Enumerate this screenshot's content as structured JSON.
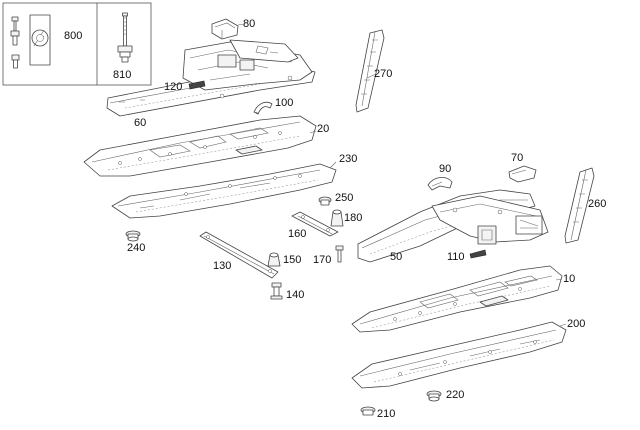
{
  "parts": {
    "p800": "800",
    "p810": "810",
    "p80": "80",
    "p270": "270",
    "p120": "120",
    "p100": "100",
    "p60": "60",
    "p20": "20",
    "p230": "230",
    "p250": "250",
    "p180": "180",
    "p160": "160",
    "p240": "240",
    "p130": "130",
    "p150": "150",
    "p170": "170",
    "p140": "140",
    "p90": "90",
    "p70": "70",
    "p260": "260",
    "p50": "50",
    "p110": "110",
    "p10": "10",
    "p200": "200",
    "p220": "220",
    "p210": "210"
  }
}
